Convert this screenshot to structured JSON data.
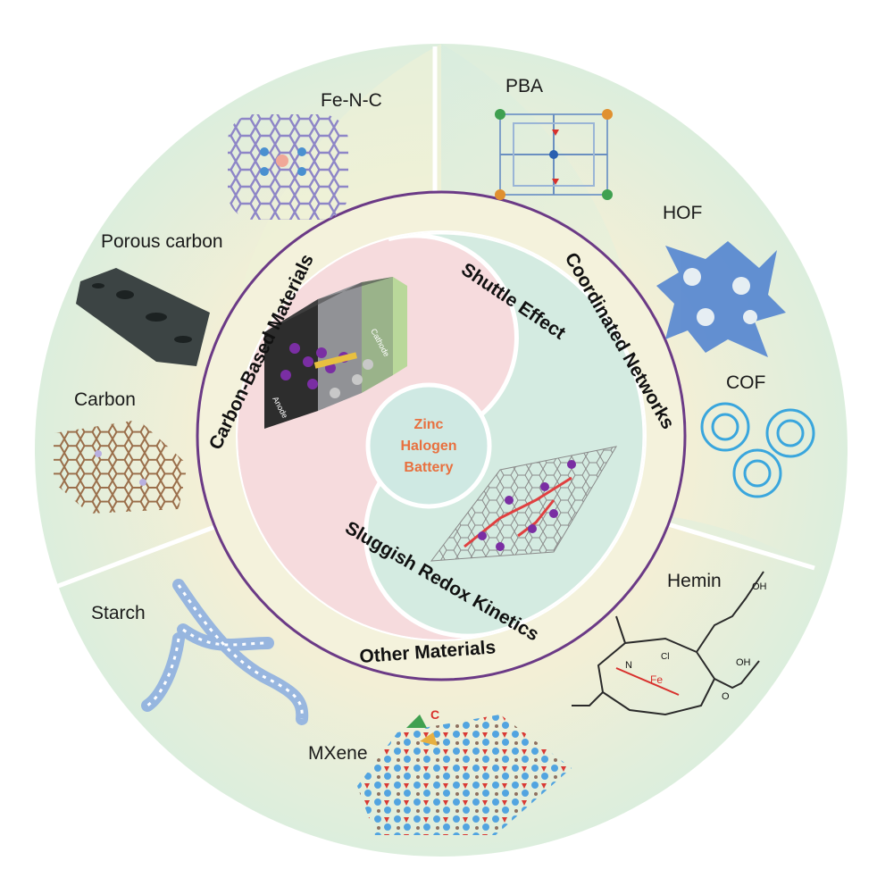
{
  "center": {
    "lines": [
      "Zinc",
      "Halogen",
      "Battery"
    ],
    "color": "#e8703f"
  },
  "challenges": {
    "shuttle": "Shuttle Effect",
    "kinetics": "Sluggish Redox Kinetics"
  },
  "categories": {
    "carbon_based": "Carbon-Based Materials",
    "coordinated": "Coordinated Networks",
    "other": "Other Materials"
  },
  "materials": {
    "fe_n_c": "Fe-N-C",
    "porous_carbon": "Porous carbon",
    "carbon": "Carbon",
    "pba": "PBA",
    "hof": "HOF",
    "cof": "COF",
    "hemin": "Hemin",
    "starch": "Starch",
    "mxene": "MXene"
  },
  "battery_labels": {
    "anode": "Anode",
    "cathode": "Cathode"
  },
  "hemin_labels": {
    "fe": "Fe",
    "n": "N",
    "cl": "Cl",
    "oh1": "OH",
    "oh2": "OH",
    "o": "O"
  },
  "colors": {
    "outer_ring": "#ecf1d6",
    "ring_border": "#6b3a86",
    "shuttle_region": "#f6dbdd",
    "kinetics_region": "#d4ebe1",
    "center_circle": "#cfe9e3",
    "carbon_lattice": "#9a6e4a",
    "fenc_lattice": "#8e86c7",
    "hof_color": "#4b7fd0",
    "cof_color": "#3aa6dd",
    "starch_color": "#8fb0e0"
  }
}
